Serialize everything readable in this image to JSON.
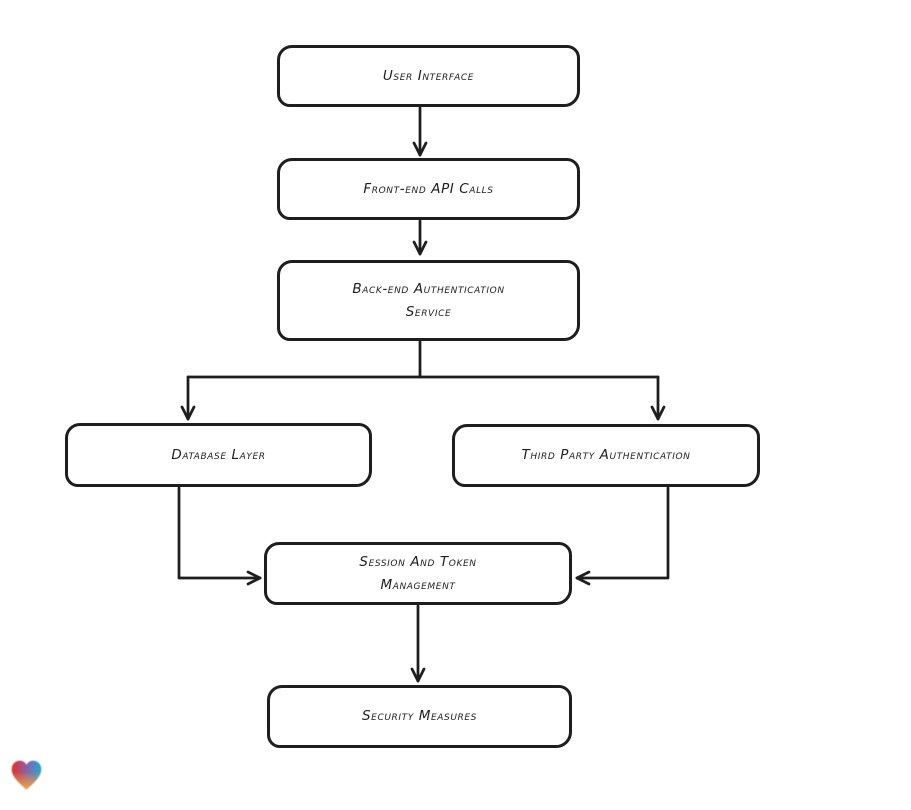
{
  "diagram": {
    "type": "flowchart",
    "nodes": [
      {
        "id": "user-interface",
        "label": "User Interface"
      },
      {
        "id": "front-end-api-calls",
        "label": "Front-end API Calls"
      },
      {
        "id": "back-end-authentication-service",
        "label": "Back-end Authentication\nService"
      },
      {
        "id": "database-layer",
        "label": "Database Layer"
      },
      {
        "id": "third-party-authentication",
        "label": "Third Party Authentication"
      },
      {
        "id": "session-and-token-management",
        "label": "Session And Token\nManagement"
      },
      {
        "id": "security-measures",
        "label": "Security Measures"
      }
    ],
    "edges": [
      {
        "from": "user-interface",
        "to": "front-end-api-calls"
      },
      {
        "from": "front-end-api-calls",
        "to": "back-end-authentication-service"
      },
      {
        "from": "back-end-authentication-service",
        "to": "database-layer"
      },
      {
        "from": "back-end-authentication-service",
        "to": "third-party-authentication"
      },
      {
        "from": "database-layer",
        "to": "session-and-token-management"
      },
      {
        "from": "third-party-authentication",
        "to": "session-and-token-management"
      },
      {
        "from": "session-and-token-management",
        "to": "security-measures"
      }
    ],
    "colors": {
      "stroke": "#1e1e1e",
      "background": "#ffffff"
    }
  },
  "watermark": {
    "icon": "heart-logo",
    "colors": [
      "#e63022",
      "#8b5fa8",
      "#1fa9d6",
      "#f69e3c"
    ]
  }
}
